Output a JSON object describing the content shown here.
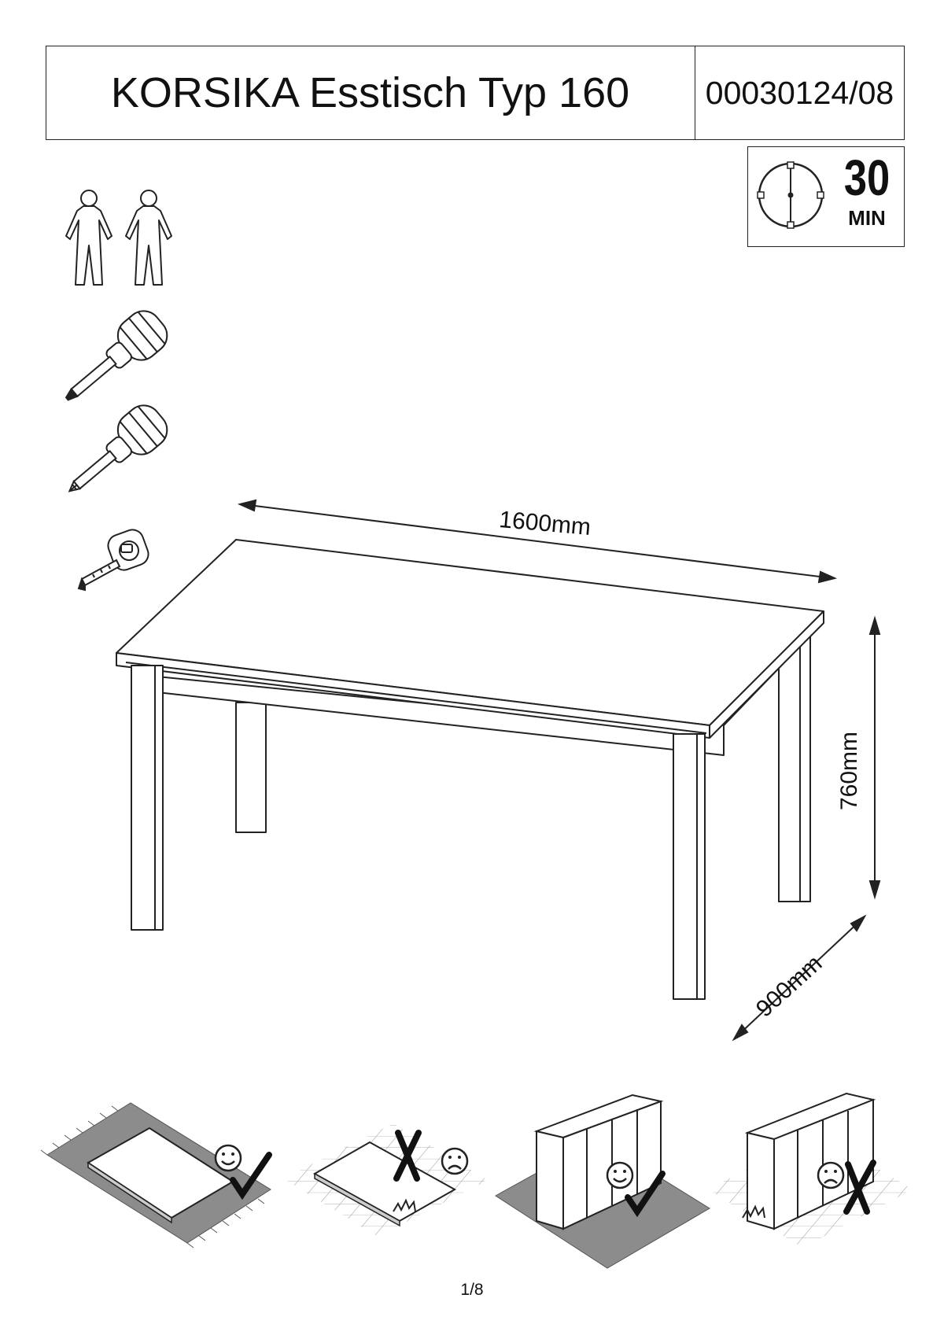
{
  "header": {
    "title": "KORSIKA Esstisch Typ 160",
    "article_number": "00030124/08"
  },
  "assembly_time": {
    "value": "30",
    "unit": "MIN",
    "icon": "clock-icon"
  },
  "requirements": {
    "persons_icon": "two-persons-icon",
    "tools": [
      "flat-screwdriver-icon",
      "phillips-screwdriver-icon",
      "tape-measure-icon"
    ]
  },
  "dimensions": {
    "length": "1600mm",
    "height": "760mm",
    "depth": "900mm"
  },
  "footer": {
    "page": "1/8"
  },
  "colors": {
    "line": "#222222",
    "floor_mat": "#8c8c8c"
  }
}
